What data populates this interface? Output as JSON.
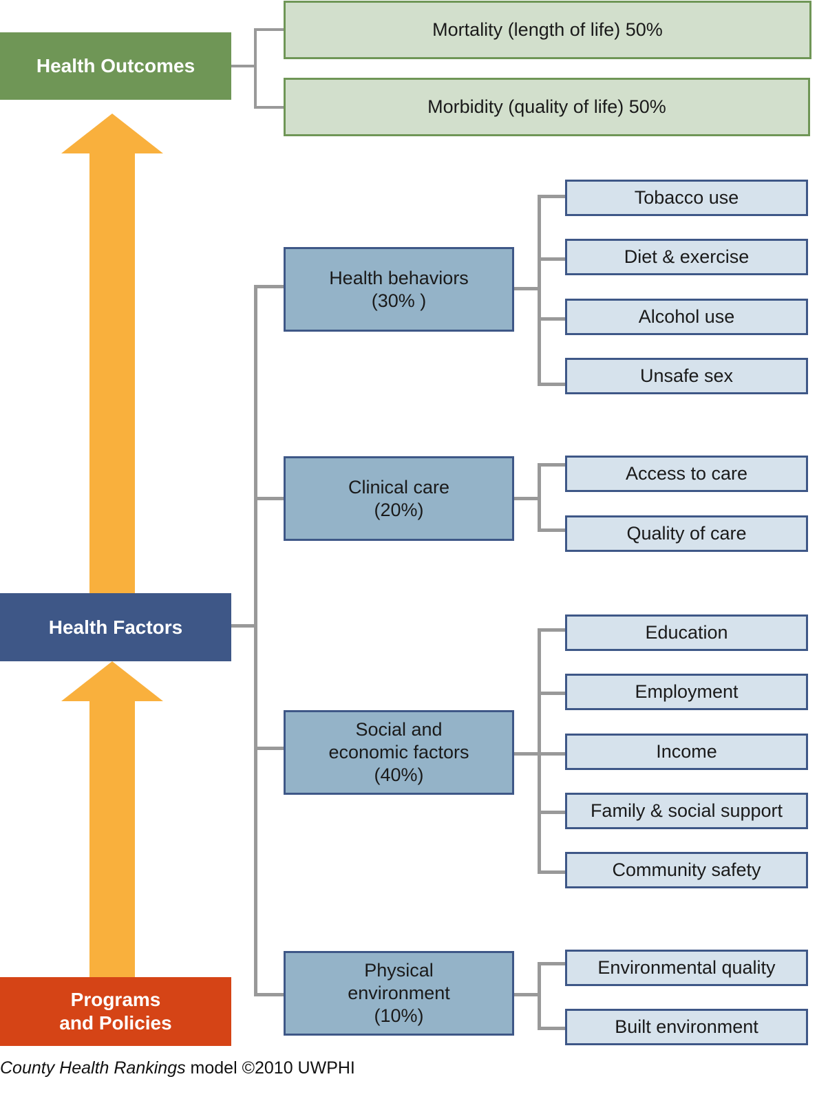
{
  "colors": {
    "outcomes": "#6f9656",
    "factors": "#3e5787",
    "programs": "#d54416",
    "arrow": "#f9b03d",
    "connector": "#999999"
  },
  "health_outcomes": {
    "label": "Health Outcomes",
    "items": [
      "Mortality (length of life) 50%",
      "Morbidity (quality of life) 50%"
    ]
  },
  "health_factors": {
    "label": "Health Factors",
    "groups": [
      {
        "label": "Health behaviors\n(30% )",
        "items": [
          "Tobacco use",
          "Diet & exercise",
          "Alcohol use",
          "Unsafe sex"
        ]
      },
      {
        "label": "Clinical care\n(20%)",
        "items": [
          "Access to care",
          "Quality of care"
        ]
      },
      {
        "label": "Social and\neconomic factors\n(40%)",
        "items": [
          "Education",
          "Employment",
          "Income",
          "Family & social support",
          "Community safety"
        ]
      },
      {
        "label": "Physical\nenvironment\n(10%)",
        "items": [
          "Environmental quality",
          "Built environment"
        ]
      }
    ]
  },
  "programs": {
    "label": "Programs\nand Policies"
  },
  "caption": {
    "italic": "County Health Rankings",
    "rest": " model ©2010 UWPHI"
  }
}
